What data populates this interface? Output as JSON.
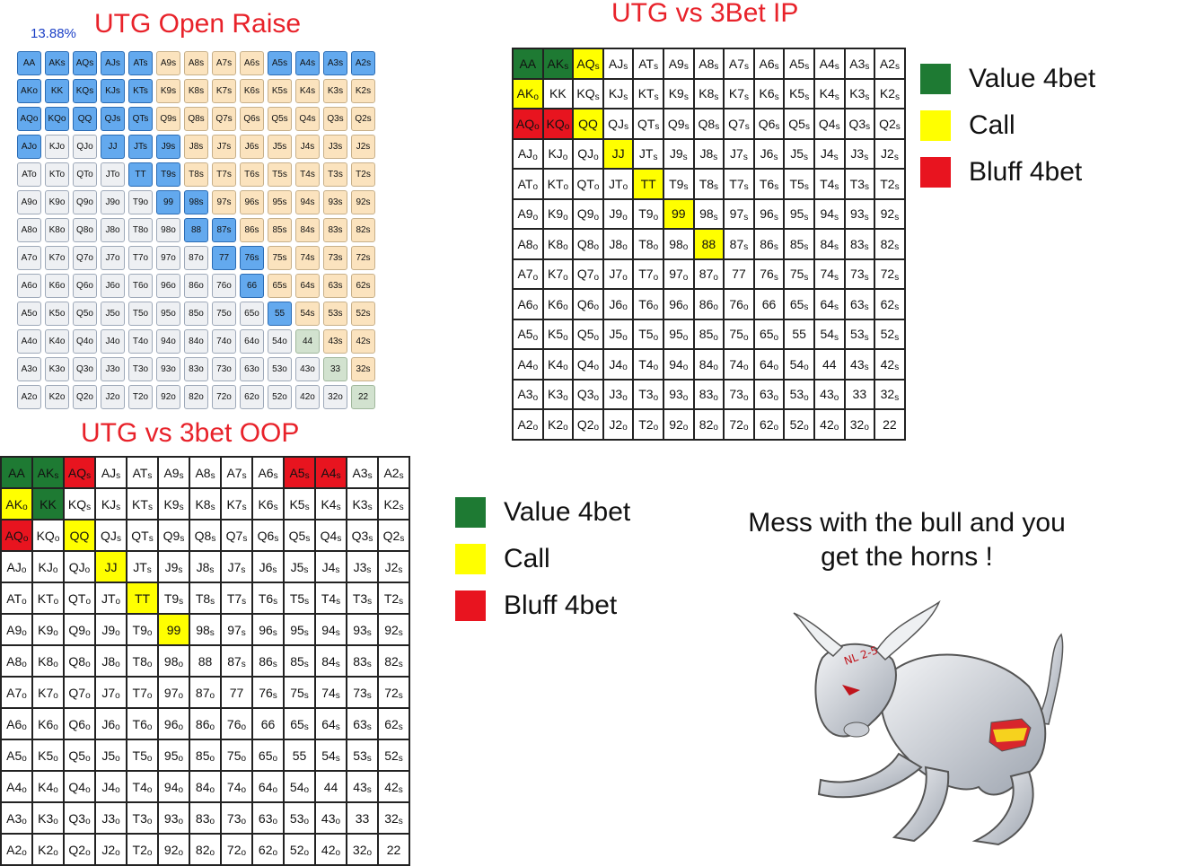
{
  "titles": {
    "open_raise": "UTG Open Raise",
    "vs3bet_ip": "UTG vs 3Bet IP",
    "vs3bet_oop": "UTG vs 3bet OOP"
  },
  "open_raise_percent": "13.88%",
  "colors": {
    "title": "#e8222a",
    "raise": "#63a9ee",
    "value_4bet": "#1e7a33",
    "call": "#ffff00",
    "bluff_4bet": "#e8141f"
  },
  "open_raise_grid": [
    [
      "AA",
      "AKs",
      "AQs",
      "AJs",
      "ATs",
      "A9s",
      "A8s",
      "A7s",
      "A6s",
      "A5s",
      "A4s",
      "A3s",
      "A2s"
    ],
    [
      "AKo",
      "KK",
      "KQs",
      "KJs",
      "KTs",
      "K9s",
      "K8s",
      "K7s",
      "K6s",
      "K5s",
      "K4s",
      "K3s",
      "K2s"
    ],
    [
      "AQo",
      "KQo",
      "QQ",
      "QJs",
      "QTs",
      "Q9s",
      "Q8s",
      "Q7s",
      "Q6s",
      "Q5s",
      "Q4s",
      "Q3s",
      "Q2s"
    ],
    [
      "AJo",
      "KJo",
      "QJo",
      "JJ",
      "JTs",
      "J9s",
      "J8s",
      "J7s",
      "J6s",
      "J5s",
      "J4s",
      "J3s",
      "J2s"
    ],
    [
      "ATo",
      "KTo",
      "QTo",
      "JTo",
      "TT",
      "T9s",
      "T8s",
      "T7s",
      "T6s",
      "T5s",
      "T4s",
      "T3s",
      "T2s"
    ],
    [
      "A9o",
      "K9o",
      "Q9o",
      "J9o",
      "T9o",
      "99",
      "98s",
      "97s",
      "96s",
      "95s",
      "94s",
      "93s",
      "92s"
    ],
    [
      "A8o",
      "K8o",
      "Q8o",
      "J8o",
      "T8o",
      "98o",
      "88",
      "87s",
      "86s",
      "85s",
      "84s",
      "83s",
      "82s"
    ],
    [
      "A7o",
      "K7o",
      "Q7o",
      "J7o",
      "T7o",
      "97o",
      "87o",
      "77",
      "76s",
      "75s",
      "74s",
      "73s",
      "72s"
    ],
    [
      "A6o",
      "K6o",
      "Q6o",
      "J6o",
      "T6o",
      "96o",
      "86o",
      "76o",
      "66",
      "65s",
      "64s",
      "63s",
      "62s"
    ],
    [
      "A5o",
      "K5o",
      "Q5o",
      "J5o",
      "T5o",
      "95o",
      "85o",
      "75o",
      "65o",
      "55",
      "54s",
      "53s",
      "52s"
    ],
    [
      "A4o",
      "K4o",
      "Q4o",
      "J4o",
      "T4o",
      "94o",
      "84o",
      "74o",
      "64o",
      "54o",
      "44",
      "43s",
      "42s"
    ],
    [
      "A3o",
      "K3o",
      "Q3o",
      "J3o",
      "T3o",
      "93o",
      "83o",
      "73o",
      "63o",
      "53o",
      "43o",
      "33",
      "32s"
    ],
    [
      "A2o",
      "K2o",
      "Q2o",
      "J2o",
      "T2o",
      "92o",
      "82o",
      "72o",
      "62o",
      "52o",
      "42o",
      "32o",
      "22"
    ]
  ],
  "open_raise_hands": [
    "AA",
    "AKs",
    "AQs",
    "AJs",
    "ATs",
    "A5s",
    "A4s",
    "A3s",
    "A2s",
    "AKo",
    "KK",
    "KQs",
    "KJs",
    "KTs",
    "AQo",
    "KQo",
    "QQ",
    "QJs",
    "QTs",
    "AJo",
    "JJ",
    "JTs",
    "J9s",
    "TT",
    "T9s",
    "99",
    "98s",
    "88",
    "87s",
    "77",
    "76s",
    "66",
    "55"
  ],
  "limp_hands": [
    "44",
    "33",
    "22"
  ],
  "vs3bet_ip_actions": {
    "value": [
      "AA",
      "AKs"
    ],
    "call": [
      "AQs",
      "AKo",
      "QQ",
      "JJ",
      "TT",
      "99",
      "88"
    ],
    "bluff": [
      "AQo",
      "KQo"
    ]
  },
  "vs3bet_oop_actions": {
    "value": [
      "AA",
      "AKs",
      "KK"
    ],
    "call": [
      "AKo",
      "QQ",
      "JJ",
      "TT",
      "99"
    ],
    "bluff": [
      "AQs",
      "A5s",
      "A4s",
      "AQo"
    ]
  },
  "legend": {
    "value": "Value 4bet",
    "call": "Call",
    "bluff": "Bluff 4bet"
  },
  "quote": {
    "line1": "Mess with the bull and you",
    "line2": "get the horns !"
  },
  "bull_badge": "NL 2-5",
  "bull_image_name": "bull-illustration"
}
